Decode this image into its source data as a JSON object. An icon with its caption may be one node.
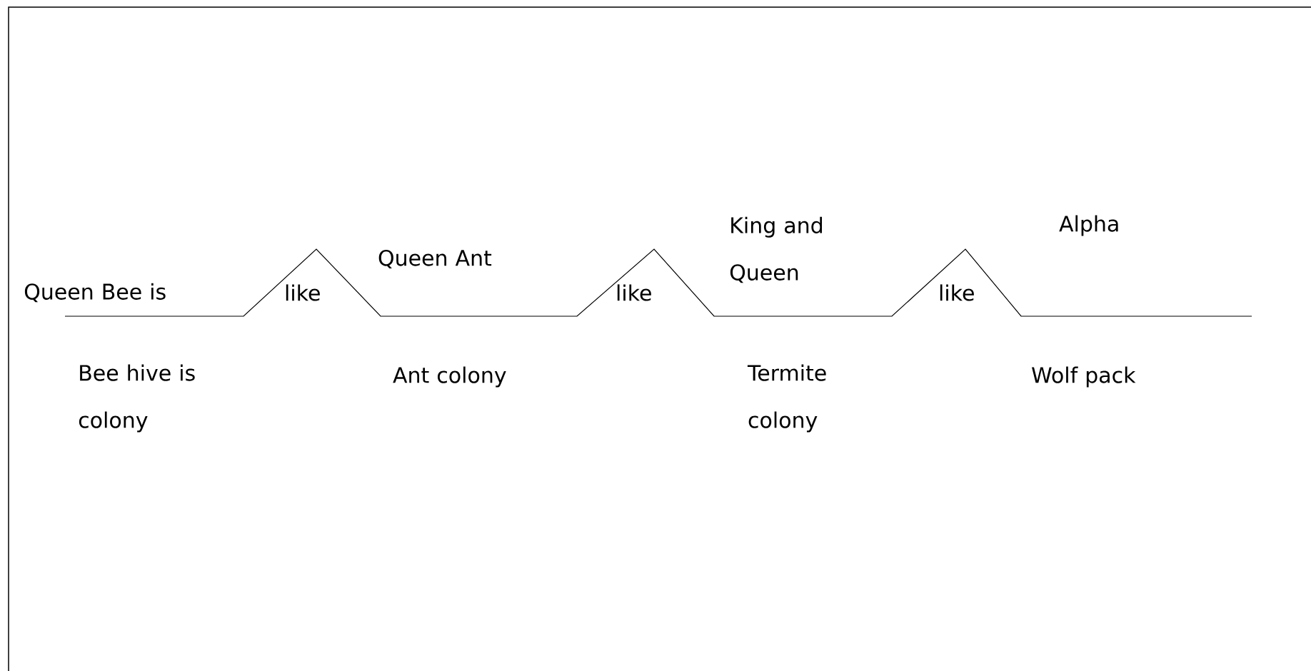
{
  "diagram": {
    "labels": [
      "Queen Bee is",
      "Bee hive is colony",
      "like",
      "Queen Ant",
      "Ant colony",
      "like",
      "King and Queen",
      "Termite colony",
      "like",
      "Alpha",
      "Wolf pack"
    ]
  }
}
